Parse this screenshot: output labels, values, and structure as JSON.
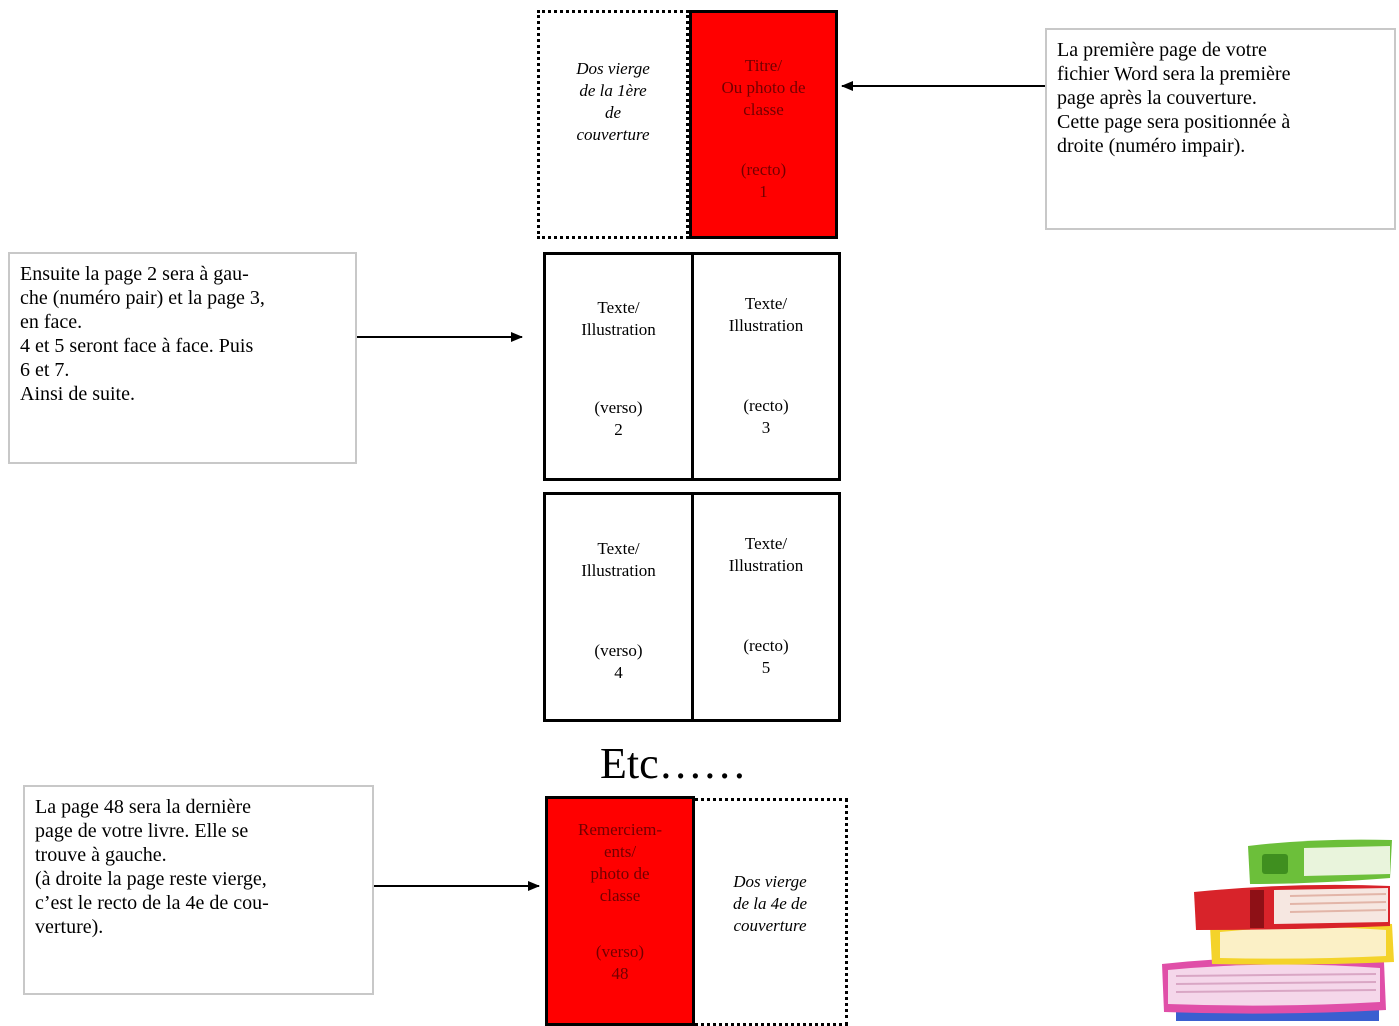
{
  "cover_page": {
    "blank_label": "Dos vierge\nde la 1ère\nde\ncouverture",
    "title_label": "Titre/\nOu photo de\nclasse",
    "side": "(recto)",
    "number": "1"
  },
  "spread_2_3": {
    "left_label": "Texte/\nIllustration",
    "left_side": "(verso)",
    "left_number": "2",
    "right_label": "Texte/\nIllustration",
    "right_side": "(recto)",
    "right_number": "3"
  },
  "spread_4_5": {
    "left_label": "Texte/\nIllustration",
    "left_side": "(verso)",
    "left_number": "4",
    "right_label": "Texte/\nIllustration",
    "right_side": "(recto)",
    "right_number": "5"
  },
  "etc_label": "Etc……",
  "last_page": {
    "title_label": "Remerciem-\nents/\nphoto de\nclasse",
    "side": "(verso)",
    "number": "48",
    "blank_label": "Dos vierge\nde la 4e de\ncouverture"
  },
  "notes": {
    "first_page": "La première page de votre\nfichier Word sera la première\npage après la couverture.\nCette page sera positionnée à\ndroite (numéro impair).",
    "next_pages": "Ensuite la page 2 sera à gau-\nche (numéro pair) et la page 3,\nen face.\n4 et 5 seront face à face. Puis\n6 et 7.\nAinsi de suite.",
    "last_page": "La page 48 sera la dernière\npage de votre livre. Elle se\ntrouve à gauche.\n(à droite la page reste vierge,\nc’est le recto de la 4e de cou-\nverture)."
  },
  "colors": {
    "highlight_page": "#ff0000",
    "note_border": "#c8c8c8"
  },
  "illustration": "stack-of-books-icon"
}
